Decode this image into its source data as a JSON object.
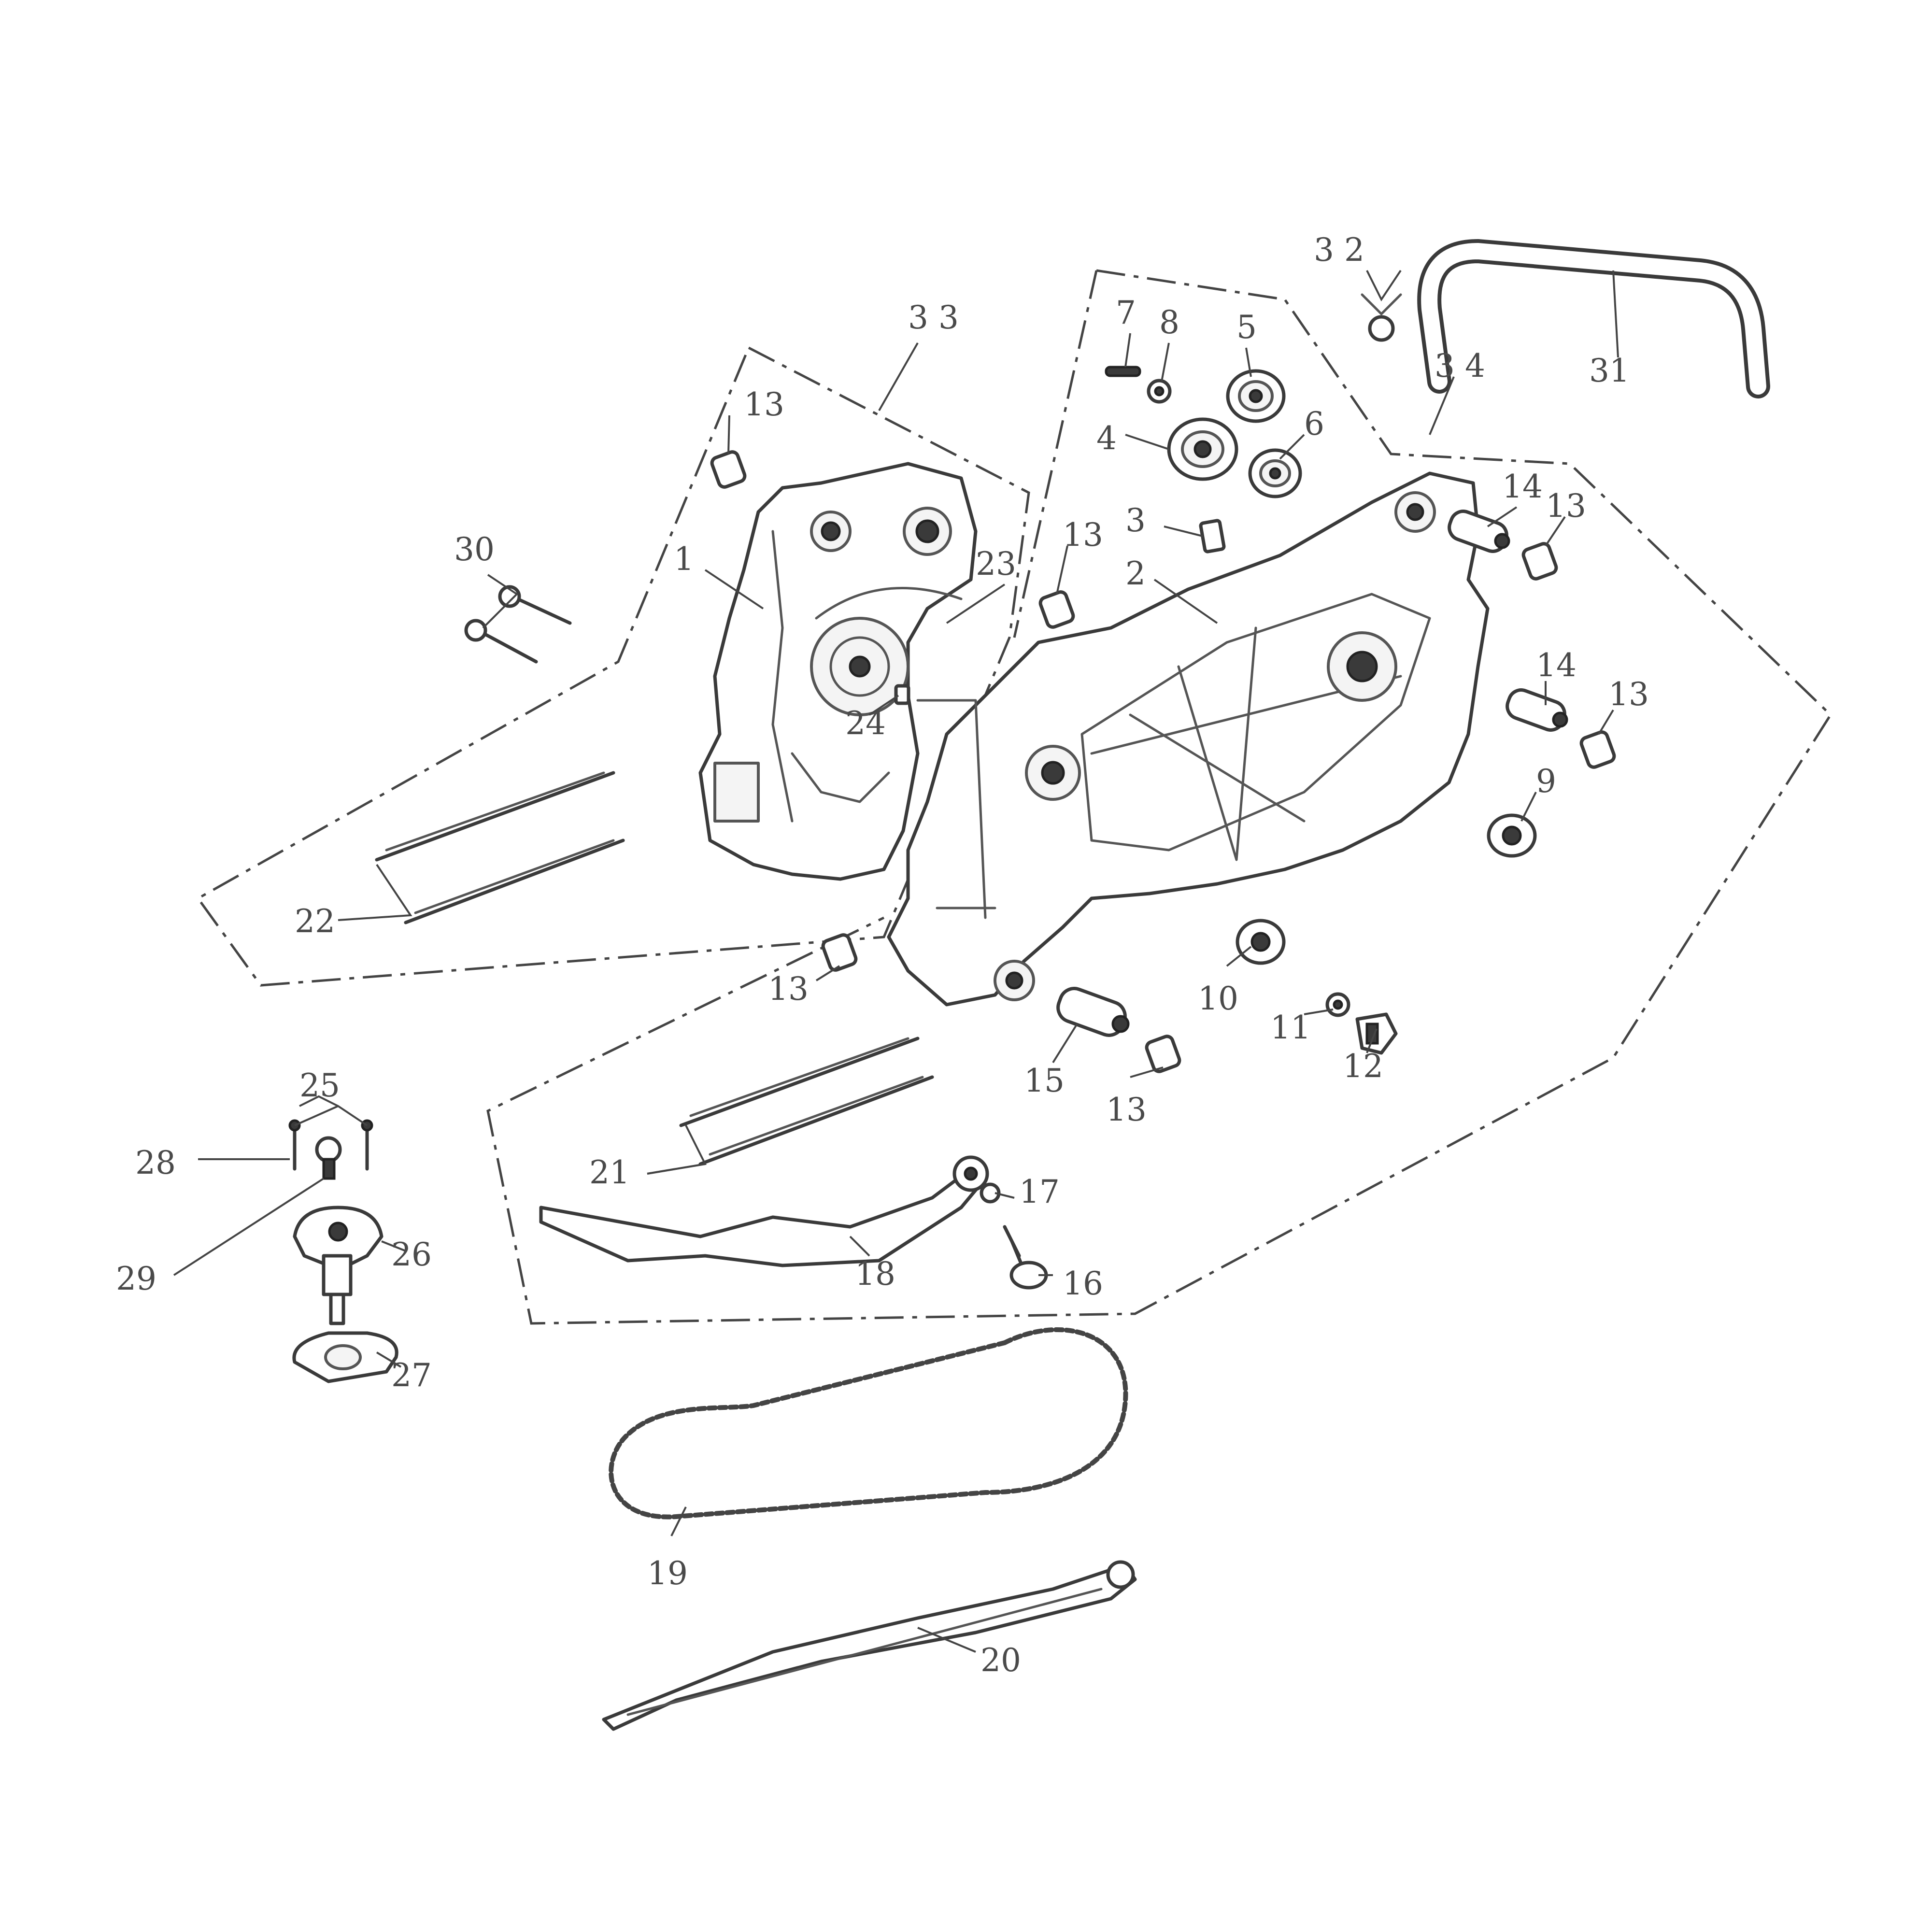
{
  "diagram": {
    "callouts": {
      "n1": "1",
      "n2": "2",
      "n3": "3",
      "n4": "4",
      "n5": "5",
      "n6": "6",
      "n7": "7",
      "n8": "8",
      "n9": "9",
      "n10": "10",
      "n11": "11",
      "n12": "12",
      "n13": "13",
      "n14": "14",
      "n15": "15",
      "n16": "16",
      "n17": "17",
      "n18": "18",
      "n19": "19",
      "n20": "20",
      "n21": "21",
      "n22": "22",
      "n23": "23",
      "n24": "24",
      "n25": "25",
      "n26": "26",
      "n27": "27",
      "n28": "28",
      "n29": "29",
      "n30": "30",
      "n31": "31",
      "n32": "3 2",
      "n33": "3 3",
      "n34": "3 4"
    }
  }
}
